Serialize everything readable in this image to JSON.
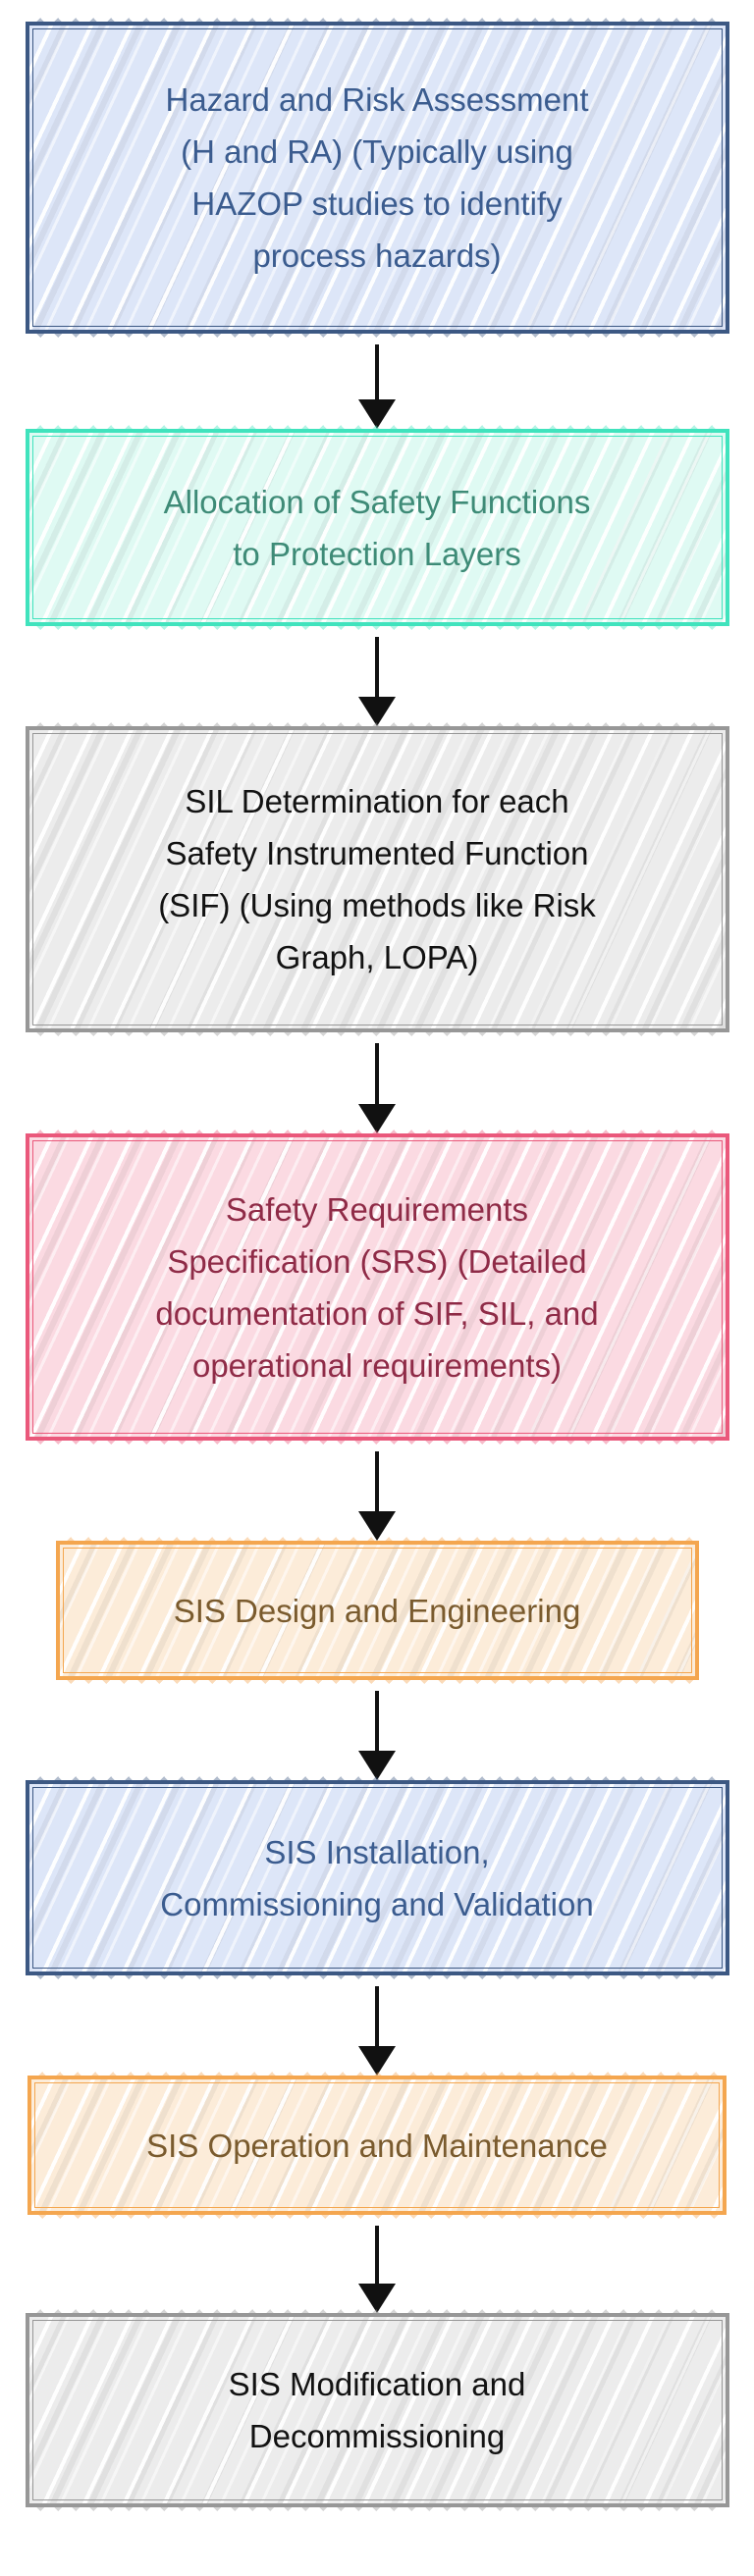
{
  "diagram": {
    "type": "flowchart",
    "direction": "top-down",
    "title": "SIS Safety Lifecycle Flowchart",
    "background": "#ffffff",
    "arrow_color": "#111111",
    "steps": [
      {
        "id": "hazard-risk-assessment",
        "label": "Hazard and Risk Assessment (H and RA) (Typically using HAZOP studies to identify process hazards)",
        "lines": [
          "Hazard and Risk Assessment",
          "(H and RA) (Typically using",
          "HAZOP studies to identify",
          "process hazards)"
        ],
        "colors": {
          "border": "#3c5883",
          "fill": "#dde6f8",
          "text": "#3b5c8f"
        }
      },
      {
        "id": "allocation-safety-functions",
        "label": "Allocation of Safety Functions to Protection Layers",
        "lines": [
          "Allocation of Safety Functions",
          "to Protection Layers"
        ],
        "colors": {
          "border": "#40e3bd",
          "fill": "#dffaf3",
          "text": "#3e8b77"
        }
      },
      {
        "id": "sil-determination",
        "label": "SIL Determination for each Safety Instrumented Function (SIF) (Using methods like Risk Graph, LOPA)",
        "lines": [
          "SIL Determination for each",
          "Safety Instrumented Function",
          "(SIF) (Using methods like Risk",
          "Graph, LOPA)"
        ],
        "colors": {
          "border": "#979797",
          "fill": "#ececec",
          "text": "#121212"
        }
      },
      {
        "id": "safety-requirements-specification",
        "label": "Safety Requirements Specification (SRS) (Detailed documentation of SIF, SIL, and operational requirements)",
        "lines": [
          "Safety Requirements",
          "Specification (SRS) (Detailed",
          "documentation of SIF, SIL, and",
          "operational requirements)"
        ],
        "colors": {
          "border": "#ea587b",
          "fill": "#fbdae2",
          "text": "#8f2b47"
        }
      },
      {
        "id": "sis-design-engineering",
        "label": "SIS Design and Engineering",
        "lines": [
          "SIS Design and Engineering"
        ],
        "colors": {
          "border": "#f4a64f",
          "fill": "#fcecd9",
          "text": "#7a5b2e"
        }
      },
      {
        "id": "sis-installation-commissioning-validation",
        "label": "SIS Installation, Commissioning and Validation",
        "lines": [
          "SIS Installation,",
          "Commissioning and Validation"
        ],
        "colors": {
          "border": "#3c5883",
          "fill": "#dde6f8",
          "text": "#3b5c8f"
        }
      },
      {
        "id": "sis-operation-maintenance",
        "label": "SIS Operation and Maintenance",
        "lines": [
          "SIS Operation and Maintenance"
        ],
        "colors": {
          "border": "#f4a64f",
          "fill": "#fcecd9",
          "text": "#7a5b2e"
        }
      },
      {
        "id": "sis-modification-decommissioning",
        "label": "SIS Modification and Decommissioning",
        "lines": [
          "SIS Modification and",
          "Decommissioning"
        ],
        "colors": {
          "border": "#979797",
          "fill": "#ececec",
          "text": "#121212"
        }
      }
    ]
  }
}
